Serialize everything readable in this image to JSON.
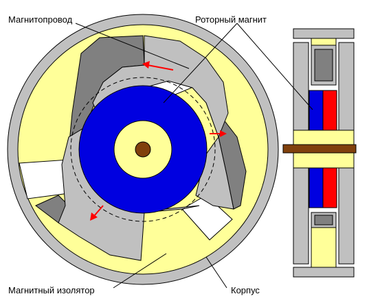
{
  "labels": {
    "magnetic_core": "Магнитопровод",
    "rotor_magnet": "Роторный магнит",
    "magnetic_insulator": "Магнитный изолятор",
    "housing": "Корпус"
  },
  "colors": {
    "housing_ring": "#c0c0c0",
    "insulator_yellow": "#ffff99",
    "core_light": "#c0c0c0",
    "core_dark": "#808080",
    "rotor_blue": "#0000e0",
    "shaft_brown": "#80400c",
    "magnet_red": "#ff0000",
    "arrow_red": "#ff0000",
    "outline": "#000000"
  }
}
